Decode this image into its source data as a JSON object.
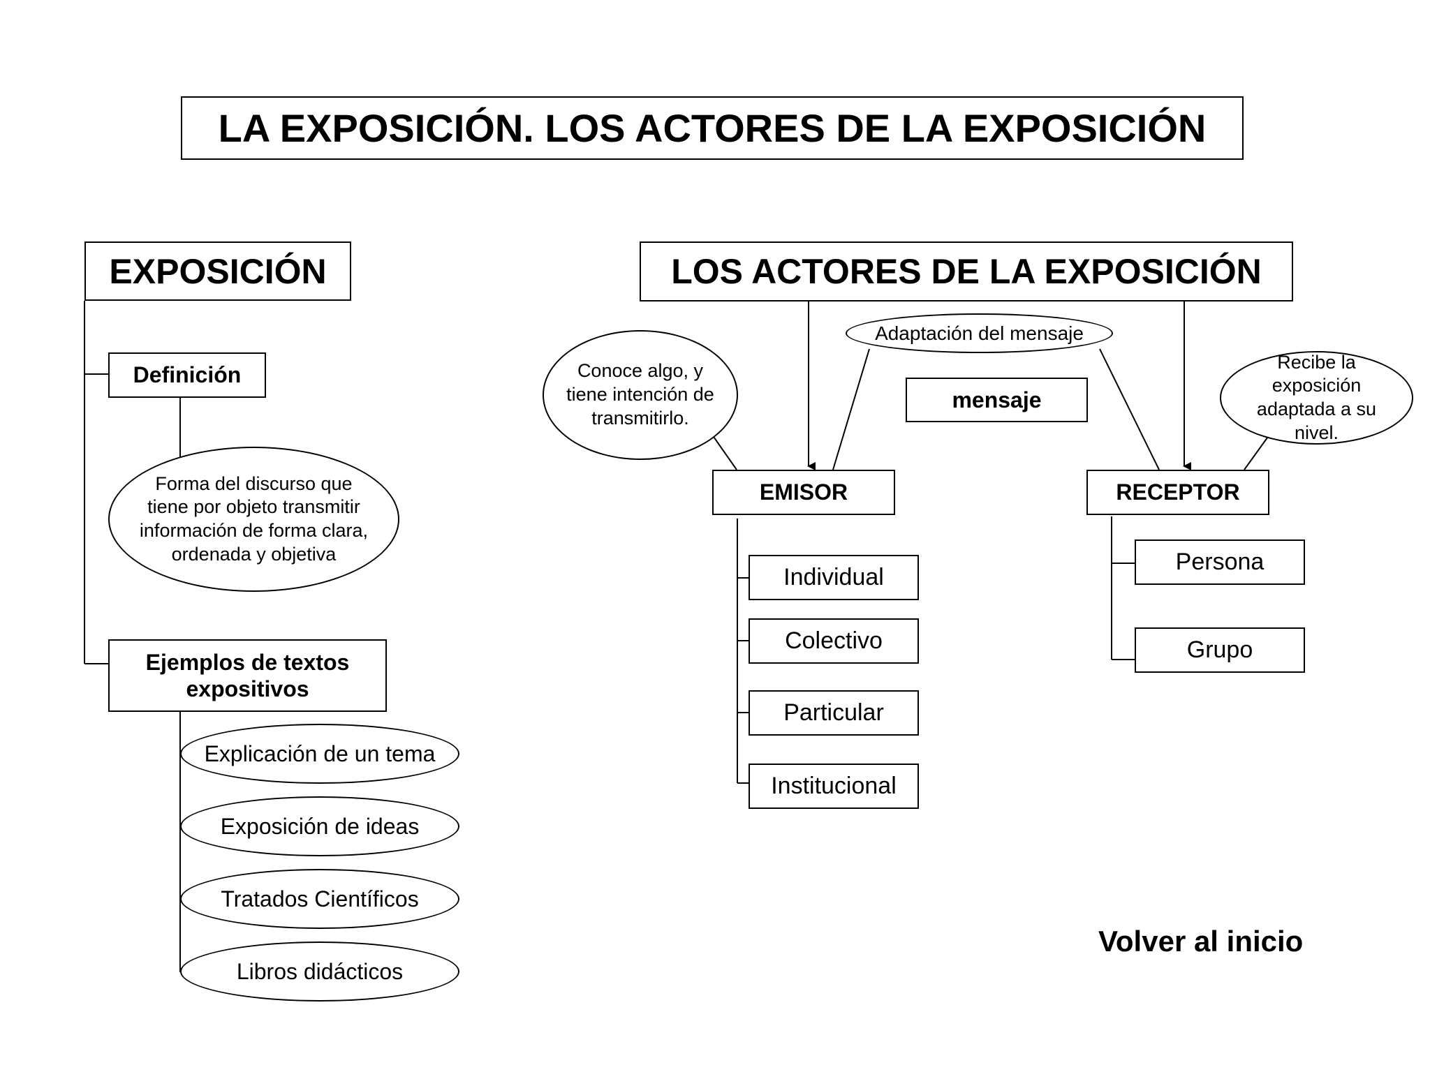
{
  "title": "LA EXPOSICIÓN. LOS ACTORES DE LA EXPOSICIÓN",
  "left": {
    "heading": "EXPOSICIÓN",
    "definition_label": "Definición",
    "definition_text": "Forma del discurso que tiene por objeto transmitir información de forma clara, ordenada y objetiva",
    "examples_label": "Ejemplos de textos expositivos",
    "examples": [
      "Explicación de un tema",
      "Exposición de ideas",
      "Tratados Científicos",
      "Libros didácticos"
    ]
  },
  "right": {
    "heading": "LOS ACTORES DE LA EXPOSICIÓN",
    "adaptation": "Adaptación del mensaje",
    "message": "mensaje",
    "emisor": {
      "label": "EMISOR",
      "note": "Conoce algo, y tiene intención de transmitirlo.",
      "types": [
        "Individual",
        "Colectivo",
        "Particular",
        "Institucional"
      ]
    },
    "receptor": {
      "label": "RECEPTOR",
      "note": "Recibe la exposición adaptada a su nivel.",
      "types": [
        "Persona",
        "Grupo"
      ]
    }
  },
  "nav": {
    "back_link": "Volver al inicio"
  }
}
